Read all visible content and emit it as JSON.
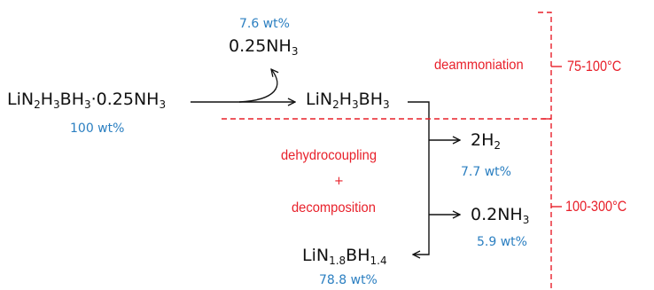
{
  "species": {
    "reactant": {
      "parts": [
        "LiN",
        "2",
        "H",
        "3",
        "BH",
        "3",
        "·0.25NH",
        "3"
      ]
    },
    "ammonia_released": {
      "parts": [
        "0.25NH",
        "3"
      ]
    },
    "intermediate": {
      "parts": [
        "LiN",
        "2",
        "H",
        "3",
        "BH",
        "3"
      ]
    },
    "hydrogen": {
      "parts": [
        "2H",
        "2"
      ]
    },
    "ammonia_second": {
      "parts": [
        "0.2NH",
        "3"
      ]
    },
    "residue": {
      "parts": [
        "LiN",
        "1.8",
        "BH",
        "1.4"
      ]
    }
  },
  "weights": {
    "reactant": "100 wt%",
    "ammonia_released": "7.6 wt%",
    "hydrogen": "7.7 wt%",
    "ammonia_second": "5.9 wt%",
    "residue": "78.8 wt%"
  },
  "processes": {
    "deammoniation": "deammoniation",
    "dehydrocoupling": "dehydrocoupling",
    "plus": "+",
    "decomposition": "decomposition"
  },
  "temperatures": {
    "stage1": "75-100°C",
    "stage2": "100-300°C"
  },
  "colors": {
    "process_red": "#e8202a",
    "weight_blue": "#2b7fc1",
    "formula_black": "#111111"
  }
}
